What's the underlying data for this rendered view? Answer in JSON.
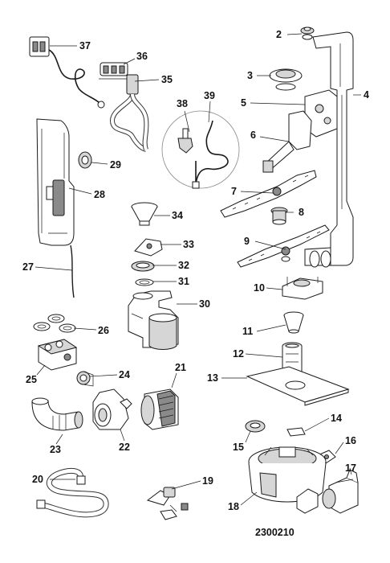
{
  "callouts": [
    "2",
    "3",
    "4",
    "5",
    "6",
    "7",
    "8",
    "9",
    "10",
    "11",
    "12",
    "13",
    "14",
    "15",
    "16",
    "17",
    "18",
    "19",
    "20",
    "21",
    "22",
    "23",
    "24",
    "25",
    "26",
    "27",
    "28",
    "29",
    "30",
    "31",
    "32",
    "33",
    "34",
    "35",
    "36",
    "37",
    "38",
    "39"
  ],
  "drawing_code": "2300210"
}
